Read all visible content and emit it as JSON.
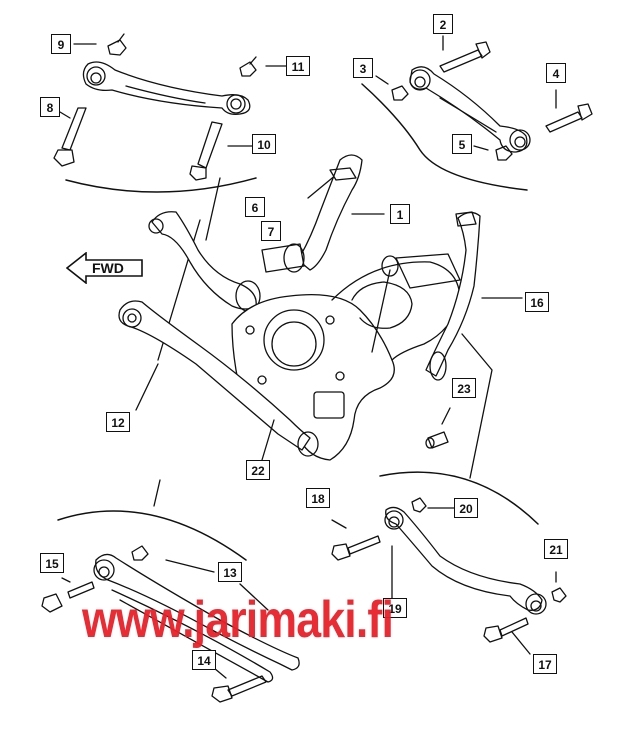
{
  "diagram": {
    "type": "exploded-parts-diagram",
    "subject": "rear suspension assembly",
    "direction_indicator": {
      "label": "FWD",
      "arrow": "left-arrow"
    },
    "watermark": {
      "text": "www.jarimaki.fi",
      "color": "#e8202a"
    },
    "line_color": "#111111",
    "callouts": [
      {
        "id": "1",
        "label": "1",
        "part": "upper control arm (rear)"
      },
      {
        "id": "2",
        "label": "2",
        "part": "bolt"
      },
      {
        "id": "3",
        "label": "3",
        "part": "nut"
      },
      {
        "id": "4",
        "label": "4",
        "part": "bolt"
      },
      {
        "id": "5",
        "label": "5",
        "part": "nut"
      },
      {
        "id": "6",
        "label": "6",
        "part": "upper control arm (front)"
      },
      {
        "id": "7",
        "label": "7",
        "part": "bushing"
      },
      {
        "id": "8",
        "label": "8",
        "part": "bolt"
      },
      {
        "id": "9",
        "label": "9",
        "part": "nut"
      },
      {
        "id": "10",
        "label": "10",
        "part": "bolt"
      },
      {
        "id": "11",
        "label": "11",
        "part": "nut"
      },
      {
        "id": "12",
        "label": "12",
        "part": "lower trailing link"
      },
      {
        "id": "13",
        "label": "13",
        "part": "lower control arm"
      },
      {
        "id": "14",
        "label": "14",
        "part": "bolt"
      },
      {
        "id": "15",
        "label": "15",
        "part": "bolt"
      },
      {
        "id": "16",
        "label": "16",
        "part": "toe link"
      },
      {
        "id": "17",
        "label": "17",
        "part": "bolt"
      },
      {
        "id": "18",
        "label": "18",
        "part": "bolt"
      },
      {
        "id": "19",
        "label": "19",
        "part": "tension strut"
      },
      {
        "id": "20",
        "label": "20",
        "part": "nut"
      },
      {
        "id": "21",
        "label": "21",
        "part": "nut"
      },
      {
        "id": "22",
        "label": "22",
        "part": "knuckle"
      },
      {
        "id": "23",
        "label": "23",
        "part": "sleeve"
      }
    ]
  }
}
